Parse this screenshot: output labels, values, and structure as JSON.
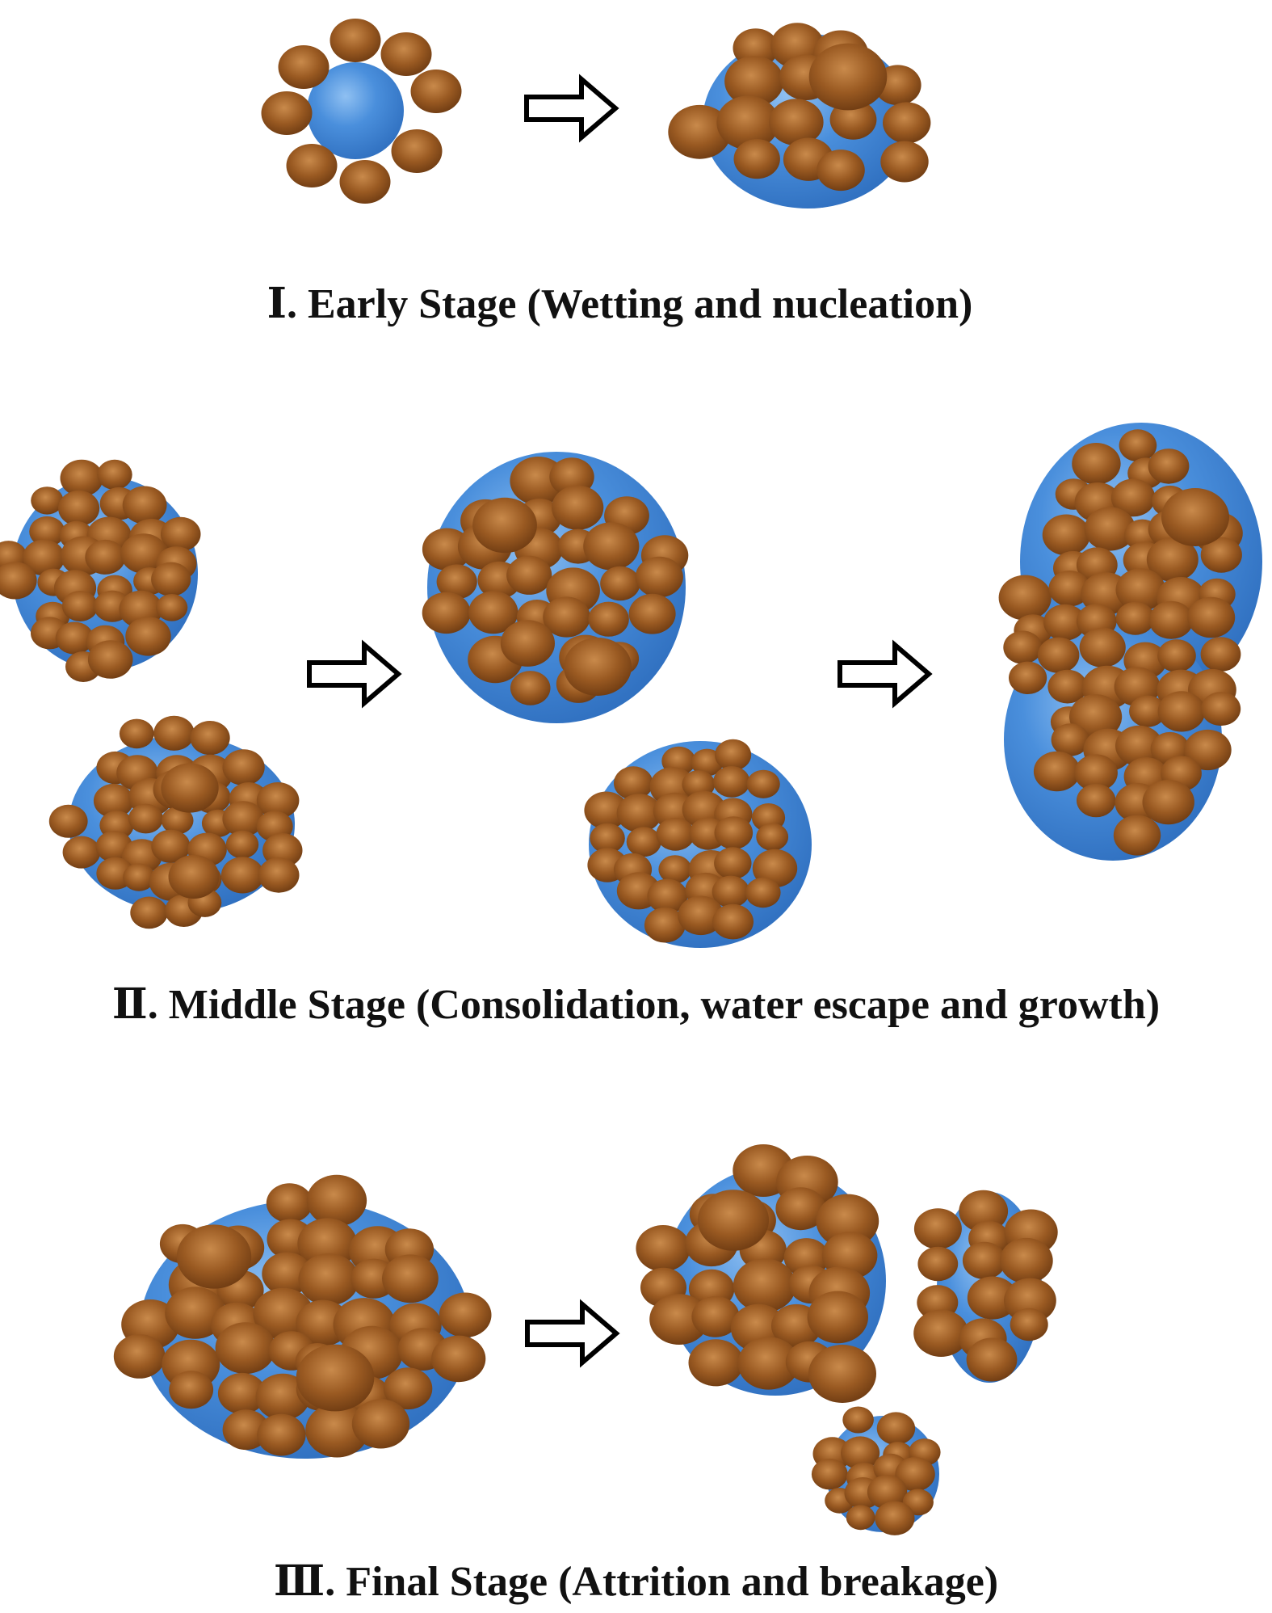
{
  "colors": {
    "water": "#4a8fdc",
    "particle": "#9a5a22",
    "arrow_stroke": "#000000"
  },
  "stages": [
    {
      "id": "early",
      "numeral": "Ⅰ",
      "caption": "Ⅰ. Early Stage (Wetting and nucleation)"
    },
    {
      "id": "middle",
      "numeral": "Ⅱ",
      "caption": "Ⅱ. Middle Stage (Consolidation, water escape and growth)"
    },
    {
      "id": "final",
      "numeral": "Ⅲ",
      "caption": "Ⅲ. Final Stage (Attrition and breakage)"
    }
  ]
}
